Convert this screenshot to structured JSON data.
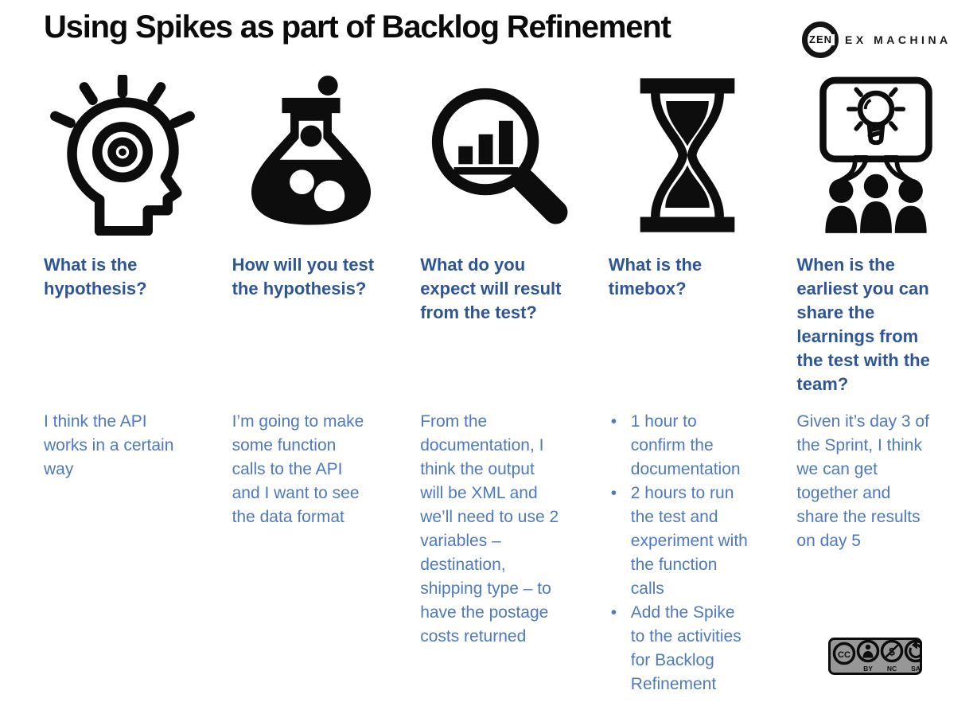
{
  "slide": {
    "title": "Using Spikes as part of Backlog Refinement"
  },
  "logo": {
    "zen": "ZEN",
    "rest": "EX MACHINA"
  },
  "columns": [
    {
      "icon": "thinking-head-icon",
      "heading": "What is the\nhypothesis?",
      "body": "I think the API\nworks in a certain\nway"
    },
    {
      "icon": "experiment-flask-icon",
      "heading": "How will you test\nthe hypothesis?",
      "body": "I’m going to make\nsome function\ncalls to the API\nand I want to see\nthe data format"
    },
    {
      "icon": "magnifier-chart-icon",
      "heading": "What do you\nexpect will result\nfrom the test?",
      "body": "From the\ndocumentation, I\nthink the output\nwill be XML and\nwe’ll need to use 2\nvariables –\ndestination,\nshipping type – to\nhave the postage\ncosts returned"
    },
    {
      "icon": "hourglass-icon",
      "heading": "What is the\ntimebox?",
      "bullets": [
        "1 hour to\nconfirm the\ndocumentation",
        "2 hours to run\nthe test and\nexperiment with\nthe function\ncalls",
        "Add the Spike\nto the activities\nfor Backlog\nRefinement"
      ]
    },
    {
      "icon": "team-share-idea-icon",
      "heading": "When is the\nearliest you can\nshare the\nlearnings from\nthe test with the\nteam?",
      "body": "Given it’s day 3 of\nthe Sprint, I think\nwe can get\ntogether and\nshare the results\non day 5"
    }
  ],
  "license": {
    "cc": "CC",
    "labels": [
      "BY",
      "NC",
      "SA"
    ]
  },
  "colors": {
    "heading_blue": "#2e5697",
    "body_blue": "#4d79c1",
    "title_black": "#0b0b0b",
    "badge_gray": "#979797"
  }
}
